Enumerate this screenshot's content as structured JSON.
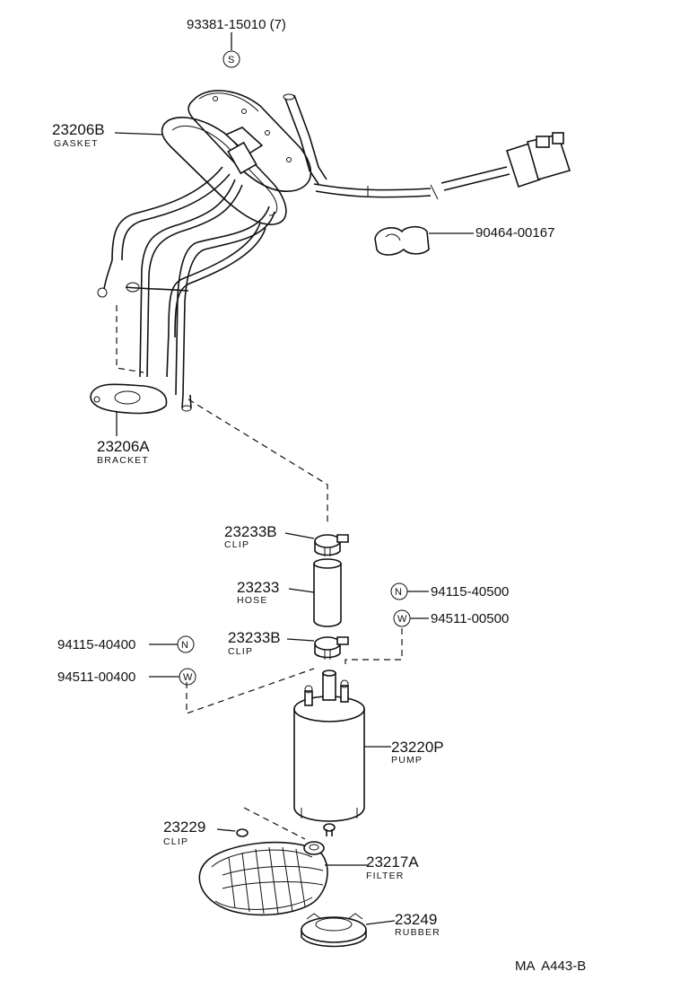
{
  "parts": {
    "sender_screw": {
      "number": "93381-15010 (7)",
      "symbol": "S"
    },
    "gasket": {
      "number": "23206B",
      "name": "GASKET"
    },
    "connector_clamp": {
      "number": "90464-00167"
    },
    "bracket": {
      "number": "23206A",
      "name": "BRACKET"
    },
    "clip_upper": {
      "number": "23233B",
      "name": "CLIP"
    },
    "hose": {
      "number": "23233",
      "name": "HOSE"
    },
    "nut_right": {
      "number": "94115-40500",
      "symbol": "N"
    },
    "washer_right": {
      "number": "94511-00500",
      "symbol": "W"
    },
    "nut_left": {
      "number": "94115-40400",
      "symbol": "N"
    },
    "clip_lower": {
      "number": "23233B",
      "name": "CLIP"
    },
    "washer_left": {
      "number": "94511-00400",
      "symbol": "W"
    },
    "pump": {
      "number": "23220P",
      "name": "PUMP"
    },
    "clip_small": {
      "number": "23229",
      "name": "CLIP"
    },
    "filter": {
      "number": "23217A",
      "name": "FILTER"
    },
    "rubber": {
      "number": "23249",
      "name": "RUBBER"
    }
  },
  "figure_code": "MA  A443-B"
}
